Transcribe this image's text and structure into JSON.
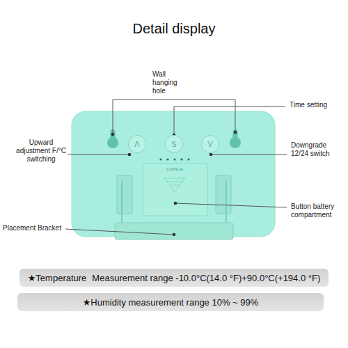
{
  "diagram": {
    "title": "Detail display",
    "nodes": [
      {
        "text": [
          "Λ"
        ]
      },
      {
        "text": [
          "S"
        ]
      },
      {
        "text": [
          "V"
        ]
      },
      {
        "text": [
          "OPEN"
        ]
      },
      {
        "text": [
          "★Temperature",
          "Measurement range -10.0°C(14.0 °F)+90.0°C(+194.0 °F)"
        ]
      },
      {
        "text": [
          "★Humidity measurement range 10% ~ 99%"
        ]
      }
    ],
    "labels": [
      "Wall hanging hole",
      "Time setting",
      "Upward adjustment F/°C switching",
      "Downgrade 12/24 switch",
      "Button battery compartment",
      "Placement Bracket"
    ]
  }
}
